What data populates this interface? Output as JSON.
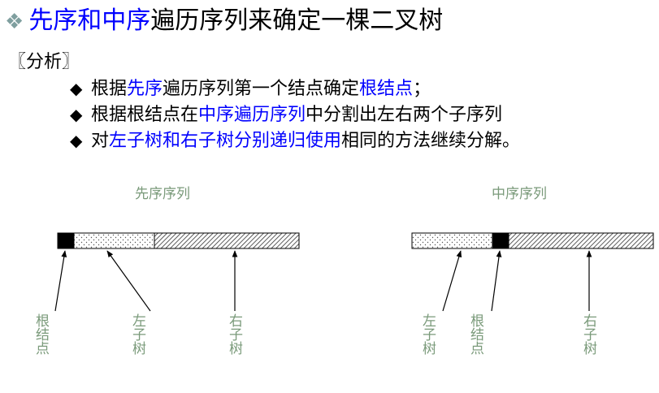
{
  "title": {
    "diamond_icon": "diamond-bullet-icon",
    "highlight": "先序和中序",
    "rest": "遍历序列来确定一棵二叉树"
  },
  "analysis": {
    "label": "〖分析〗",
    "bullets": [
      {
        "segments": [
          {
            "text": "根据",
            "highlight": false
          },
          {
            "text": "先序",
            "highlight": true
          },
          {
            "text": "遍历序列第一个结点确定",
            "highlight": false
          },
          {
            "text": "根结点",
            "highlight": true
          },
          {
            "text": "；",
            "highlight": false
          }
        ]
      },
      {
        "segments": [
          {
            "text": "根据根结点在",
            "highlight": false
          },
          {
            "text": "中序遍历序列",
            "highlight": true
          },
          {
            "text": "中分割出左右两个子序列",
            "highlight": false
          }
        ]
      },
      {
        "segments": [
          {
            "text": "对",
            "highlight": false
          },
          {
            "text": "左子树和右子树分别递归使用",
            "highlight": true
          },
          {
            "text": "相同的方法继续分解。",
            "highlight": false
          }
        ]
      }
    ]
  },
  "diagram": {
    "preorder": {
      "caption": "先序序列",
      "labels": [
        "根结点",
        "左子树",
        "右子树"
      ]
    },
    "inorder": {
      "caption": "中序序列",
      "labels": [
        "左子树",
        "根结点",
        "右子树"
      ]
    }
  },
  "colors": {
    "highlight": "#0000ff",
    "caption": "#7a9a7a",
    "diamond": "#7f9f9f"
  }
}
